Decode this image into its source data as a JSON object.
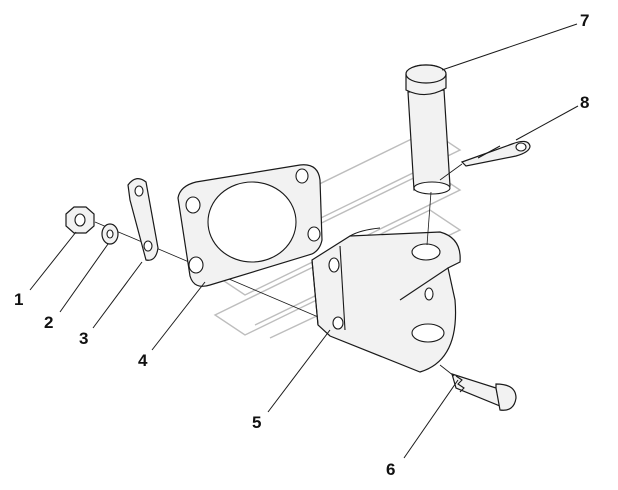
{
  "diagram": {
    "callouts": [
      {
        "id": "1",
        "text": "1",
        "part": "nut"
      },
      {
        "id": "2",
        "text": "2",
        "part": "washer"
      },
      {
        "id": "3",
        "text": "3",
        "part": "link-plate"
      },
      {
        "id": "4",
        "text": "4",
        "part": "gasket-plate"
      },
      {
        "id": "5",
        "text": "5",
        "part": "bracket"
      },
      {
        "id": "6",
        "text": "6",
        "part": "bolt"
      },
      {
        "id": "7",
        "text": "7",
        "part": "pin"
      },
      {
        "id": "8",
        "text": "8",
        "part": "cotter-pin"
      }
    ]
  }
}
